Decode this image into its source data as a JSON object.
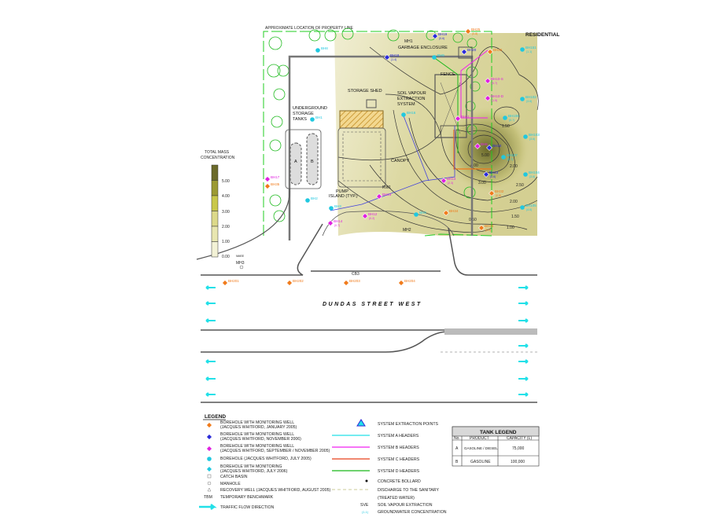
{
  "labels": {
    "property_line": "APPROXIMATE LOCATION OF PROPERTY LINE",
    "residential": "RESIDENTIAL",
    "garbage": "GARBAGE ENCLOSURE",
    "storage_shed": "STORAGE SHED",
    "fence": "FENCE",
    "sve1": "SOIL VAPOUR",
    "sve2": "EXTRACTION",
    "sve3": "SYSTEM",
    "ust1": "UNDERGROUND",
    "ust2": "STORAGE",
    "ust3": "TANKS",
    "tank_a": "A",
    "tank_b": "B",
    "canopy": "CANOPY",
    "pump1": "PUMP",
    "pump2": "ISLAND (TYP.)",
    "rw1": "RW1",
    "mh1": "MH1",
    "mh2": "MH2",
    "mh3": "MH3",
    "cb3": "CB3",
    "street": "DUNDAS STREET WEST"
  },
  "scale": {
    "title1": "TOTAL MASS",
    "title2": "CONCENTRATION",
    "ticks": [
      "5.00",
      "4.00",
      "3.00",
      "2.00",
      "1.00",
      "0.00"
    ],
    "unit": "NMEE",
    "colors": [
      "#6b6a2a",
      "#9c9a33",
      "#c9c84a",
      "#dcd98a",
      "#e8e6b0",
      "#f3f2d6"
    ]
  },
  "contours": [
    "1.50",
    "2.50",
    "2.00",
    "1.50",
    "1.00",
    "0.50",
    "3.00",
    "4.00",
    "5.00",
    "2.00"
  ],
  "boreholes": [
    {
      "id": "BH19",
      "val": "(0.6)",
      "type": "nov2006"
    },
    {
      "id": "BH25",
      "val": "(0.8)",
      "type": "jan2005"
    },
    {
      "id": "BH18",
      "val": "(1.4)",
      "type": "nov2006"
    },
    {
      "id": "BH8",
      "val": "",
      "type": "jul2005"
    },
    {
      "id": "BH20",
      "val": "",
      "type": "nov2006"
    },
    {
      "id": "BH26",
      "val": "",
      "type": "jan2005"
    },
    {
      "id": "BH9",
      "val": "",
      "type": "jul2005"
    },
    {
      "id": "BH151",
      "val": "(1.1)",
      "type": "jul2006"
    },
    {
      "id": "BH10-S",
      "val": "(0.7)",
      "type": "sep2005"
    },
    {
      "id": "BH10-D",
      "val": "(1.5)",
      "type": "sep2005"
    },
    {
      "id": "BH102",
      "val": "(3.6)",
      "type": "jul2006"
    },
    {
      "id": "BH106",
      "val": "(0.7)",
      "type": "jul2006"
    },
    {
      "id": "BH16",
      "val": "",
      "type": "jul2005"
    },
    {
      "id": "BH1",
      "val": "",
      "type": "jul2005"
    },
    {
      "id": "BH11",
      "val": "",
      "type": "sep2005"
    },
    {
      "id": "BH6",
      "val": "",
      "type": "sep2005"
    },
    {
      "id": "BH22",
      "val": "",
      "type": "nov2006"
    },
    {
      "id": "BH103",
      "val": "(3.6)",
      "type": "jul2006"
    },
    {
      "id": "BH107",
      "val": "(0.7)",
      "type": "jul2006"
    },
    {
      "id": "BH23",
      "val": "(0.6)",
      "type": "nov2006"
    },
    {
      "id": "BH104",
      "val": "(3.6)",
      "type": "jul2006"
    },
    {
      "id": "BH13",
      "val": "(2.3)",
      "type": "sep2005"
    },
    {
      "id": "BH32",
      "val": "(0.8)",
      "type": "jan2005"
    },
    {
      "id": "BH105",
      "val": "(4.6)",
      "type": "jul2006"
    },
    {
      "id": "BH4",
      "val": "",
      "type": "jul2005"
    },
    {
      "id": "BH34",
      "val": "",
      "type": "jan2005"
    },
    {
      "id": "BH33",
      "val": "(0.9)",
      "type": "jan2005"
    },
    {
      "id": "BH17",
      "val": "",
      "type": "sep2005"
    },
    {
      "id": "BH35",
      "val": "",
      "type": "jan2005"
    },
    {
      "id": "BH2",
      "val": "",
      "type": "jul2005"
    },
    {
      "id": "BH3",
      "val": "",
      "type": "jul2005"
    },
    {
      "id": "BH13",
      "val": "",
      "type": "sep2005"
    },
    {
      "id": "BH12",
      "val": "(0.2)",
      "type": "sep2005"
    },
    {
      "id": "BH14",
      "val": "(0.7)",
      "type": "sep2005"
    },
    {
      "id": "BH201",
      "val": "",
      "type": "jan2005"
    },
    {
      "id": "BH202",
      "val": "",
      "type": "jan2005"
    },
    {
      "id": "BH203",
      "val": "",
      "type": "jan2005"
    },
    {
      "id": "BH204",
      "val": "",
      "type": "jan2005"
    }
  ],
  "type_colors": {
    "jan2005": "#f07a1a",
    "nov2006": "#2a2ad8",
    "sep2005": "#e020e0",
    "jul2005": "#20c8e0",
    "jul2006": "#20c8e0"
  },
  "legend": {
    "title": "LEGEND",
    "items": [
      {
        "l1": "BOREHOLE WITH MONITORING WELL",
        "l2": "(JACQUES WHITFORD, JANUARY 2005)"
      },
      {
        "l1": "BOREHOLE WITH MONITORING WELL",
        "l2": "(JACQUES WHITFORD, NOVEMBER 2006)"
      },
      {
        "l1": "BOREHOLE WITH MONITORING WELL",
        "l2": "(JACQUES WHITFORD, SEPTEMBER / NOVEMBER 2005)"
      },
      {
        "l1": "BOREHOLE (JACQUES WHITFORD, JULY 2005)",
        "l2": ""
      },
      {
        "l1": "BOREHOLE WITH MONITORING",
        "l2": "(JACQUES WHITFORD, JULY 2006)"
      },
      {
        "l1": "CATCH BASIN",
        "l2": ""
      },
      {
        "l1": "MANHOLE",
        "l2": ""
      },
      {
        "l1": "RECOVERY WELL (JACQUES WHITFORD, AUGUST 2005)",
        "l2": ""
      }
    ],
    "tbm_abbr": "TBM",
    "tbm": "TEMPORARY BENCHMARK",
    "traffic": "TRAFFIC FLOW DIRECTION",
    "right": [
      {
        "label": "SYSTEM EXTRACTION POINTS",
        "color": ""
      },
      {
        "label": "SYSTEM A HEADERS",
        "color": "#22e0e8"
      },
      {
        "label": "SYSTEM B HEADERS",
        "color": "#f020f0"
      },
      {
        "label": "SYSTEM C HEADERS",
        "color": "#e8421a"
      },
      {
        "label": "SYSTEM D HEADERS",
        "color": "#18b818"
      }
    ],
    "bollard": "CONCRETE BOLLARD",
    "discharge1": "DISCHARGE TO THE SANITARY",
    "discharge2": "(TREATED WATER)",
    "sve_abbr": "SVE",
    "sve": "SOIL VAPOUR EXTRACTION",
    "gw_sample": "(1.1)",
    "gw": "GROUNDWATER CONCENTRATION"
  },
  "tank_legend": {
    "title": "TANK LEGEND",
    "headers": [
      "No.",
      "PRODUCT",
      "CAPACITY (L)"
    ],
    "rows": [
      [
        "A",
        "GASOLINE / DIESEL",
        "75,000"
      ],
      [
        "B",
        "GASOLINE",
        "100,000"
      ]
    ]
  }
}
